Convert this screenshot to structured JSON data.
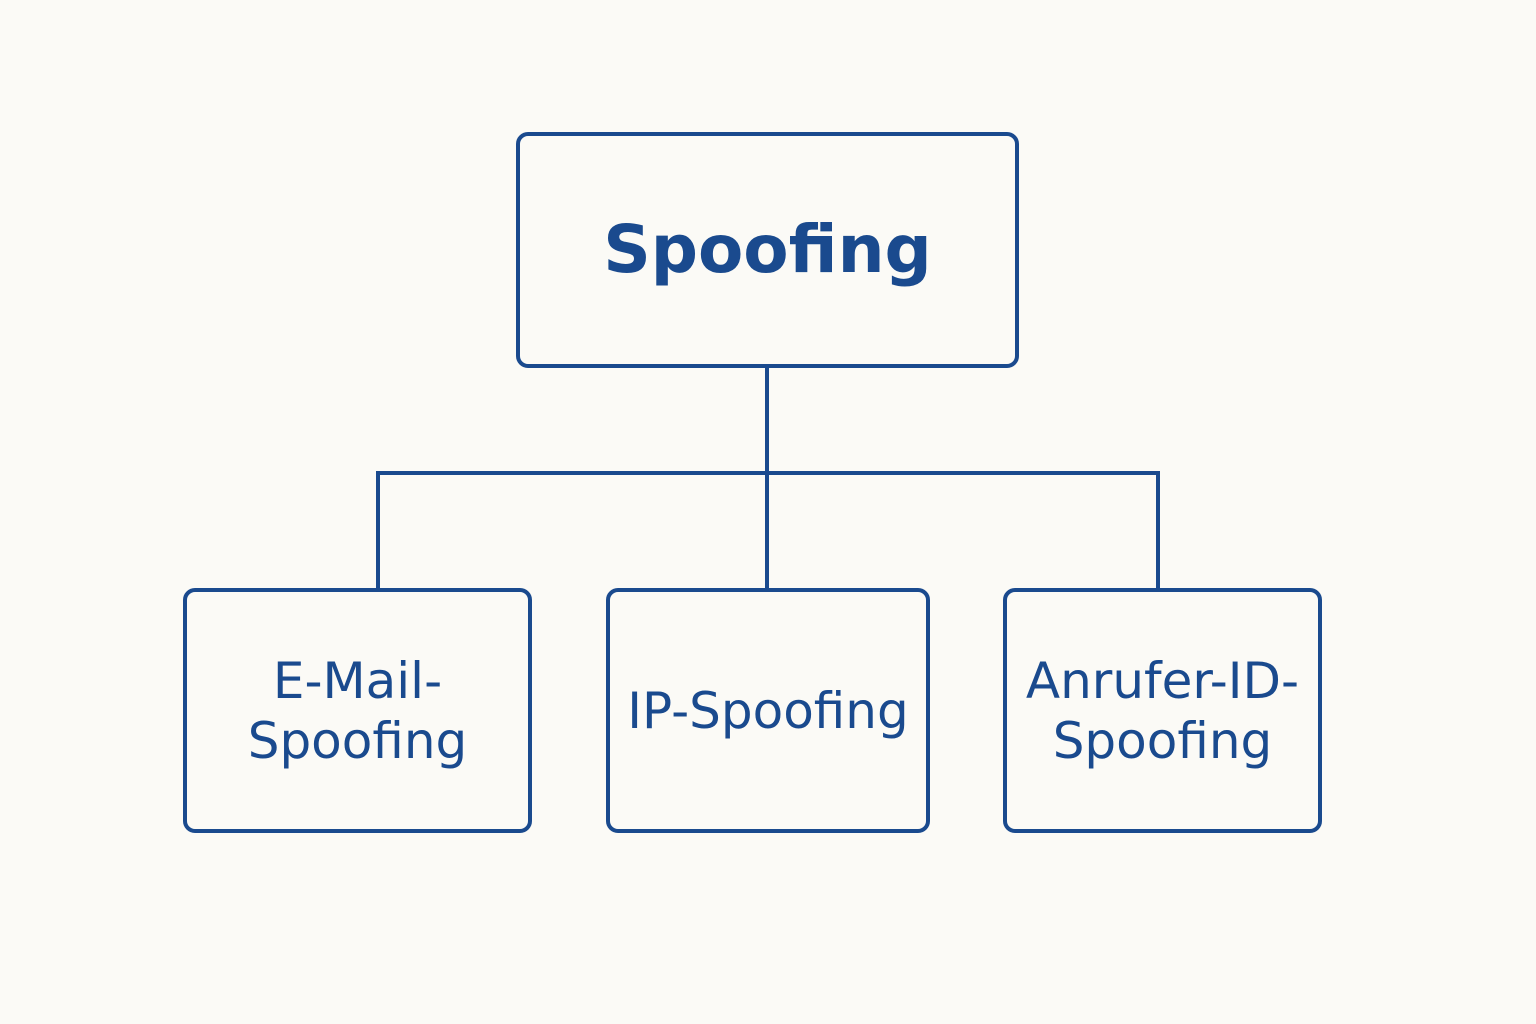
{
  "diagram": {
    "type": "hierarchy",
    "root": {
      "label": "Spoofing"
    },
    "children": [
      {
        "id": "email",
        "label": "E-Mail-\nSpoofing"
      },
      {
        "id": "ip",
        "label": "IP-Spoofing"
      },
      {
        "id": "caller",
        "label": "Anrufer-ID-\nSpoofing"
      }
    ]
  },
  "colors": {
    "stroke": "#1a4a8e",
    "text": "#1a4a8e",
    "background": "#fbfaf6"
  }
}
